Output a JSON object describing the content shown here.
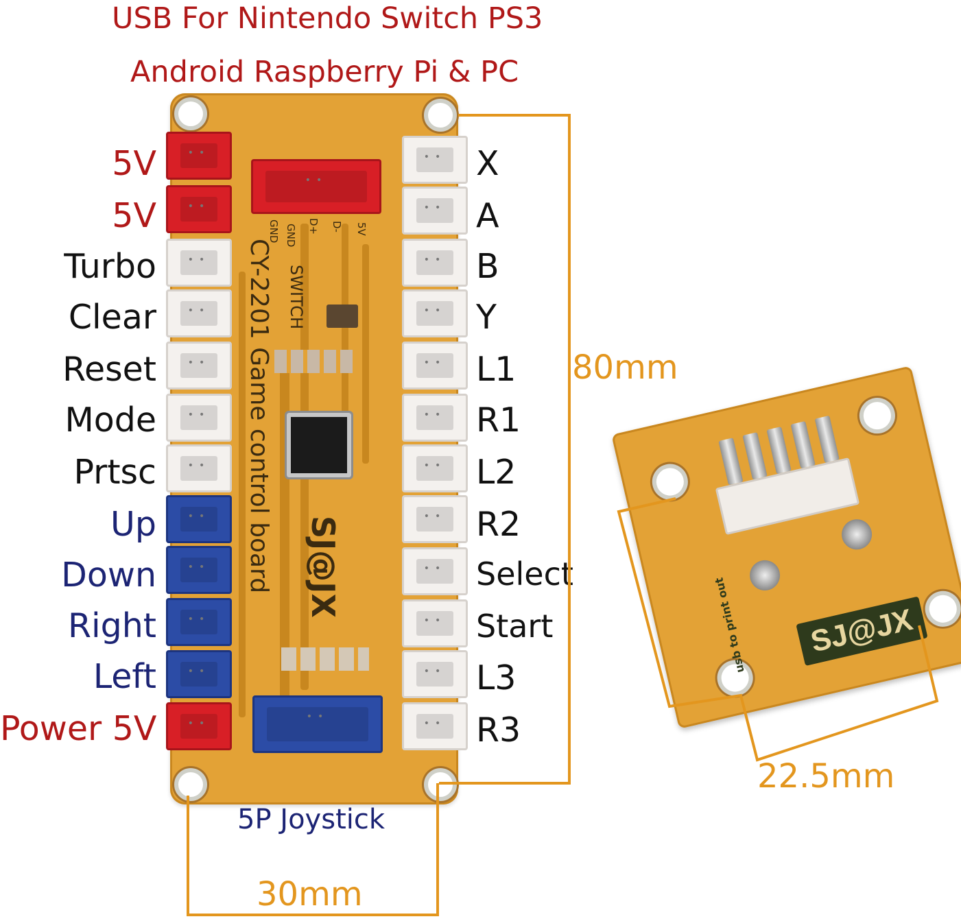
{
  "title": {
    "line1": "USB For Nintendo Switch PS3",
    "line2": "Android Raspberry Pi & PC"
  },
  "left_labels": [
    {
      "text": "5V",
      "color": "red"
    },
    {
      "text": "5V",
      "color": "red"
    },
    {
      "text": "Turbo",
      "color": "black"
    },
    {
      "text": "Clear",
      "color": "black"
    },
    {
      "text": "Reset",
      "color": "black"
    },
    {
      "text": "Mode",
      "color": "black"
    },
    {
      "text": "Prtsc",
      "color": "black"
    },
    {
      "text": "Up",
      "color": "navy"
    },
    {
      "text": "Down",
      "color": "navy"
    },
    {
      "text": "Right",
      "color": "navy"
    },
    {
      "text": "Left",
      "color": "navy"
    },
    {
      "text": "Power 5V",
      "color": "red"
    }
  ],
  "right_labels": [
    "X",
    "A",
    "B",
    "Y",
    "L1",
    "R1",
    "L2",
    "R2",
    "Select",
    "Start",
    "L3",
    "R3"
  ],
  "board": {
    "silkscreen_main": "CY-2201 Game control board",
    "silkscreen_switch": "SWITCH",
    "silkscreen_logo": "SJ@JX",
    "usb_pins": [
      "GND",
      "GND",
      "D+",
      "D-",
      "5V"
    ]
  },
  "small_board": {
    "logo": "SJ@JX",
    "note": "usb to print out"
  },
  "joystick_label": "5P Joystick",
  "dimensions": {
    "height": "80mm",
    "width": "30mm",
    "small_board": "22.5mm"
  },
  "colors": {
    "title_red": "#b01818",
    "navy": "#1c2474",
    "dimension_orange": "#e3961e",
    "board_orange": "#e3a236"
  }
}
